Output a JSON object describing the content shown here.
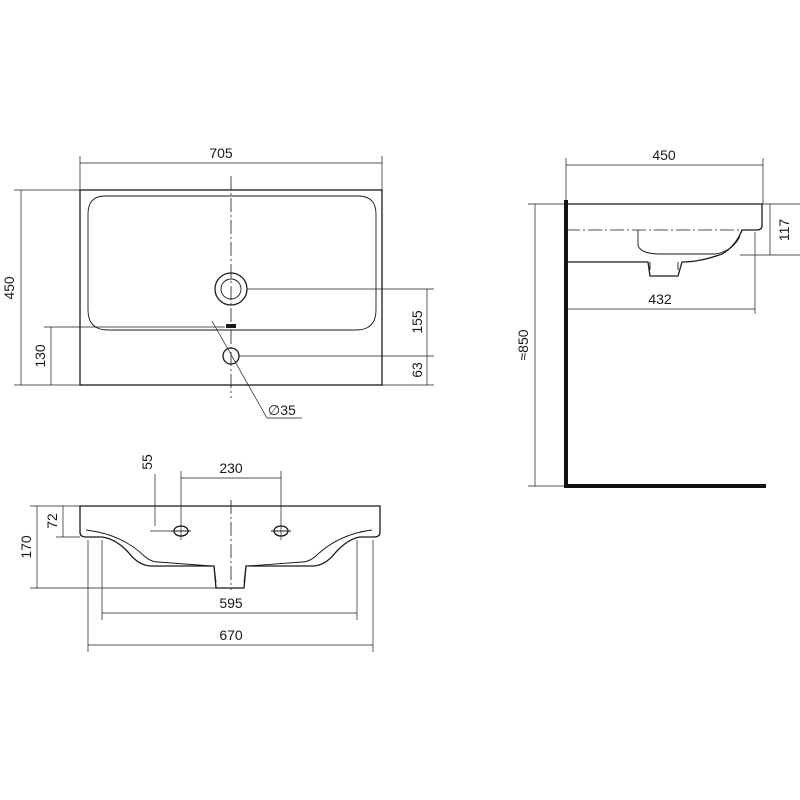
{
  "top_view": {
    "width_label": "705",
    "depth_label": "450",
    "front_to_overflow_label": "130",
    "drain_to_edge_label": "155",
    "tap_hole_to_edge_label": "63",
    "tap_hole_diameter_label": "∅35"
  },
  "front_view": {
    "tap_hole_spacing_label": "230",
    "tap_hole_offset_label": "55",
    "rim_height_label": "72",
    "total_height_label": "170",
    "bowl_width_label": "595",
    "overall_width_label": "670"
  },
  "side_view": {
    "depth_label": "450",
    "rim_height_label": "117",
    "projection_label": "432",
    "mounting_height_label": "≈850"
  }
}
